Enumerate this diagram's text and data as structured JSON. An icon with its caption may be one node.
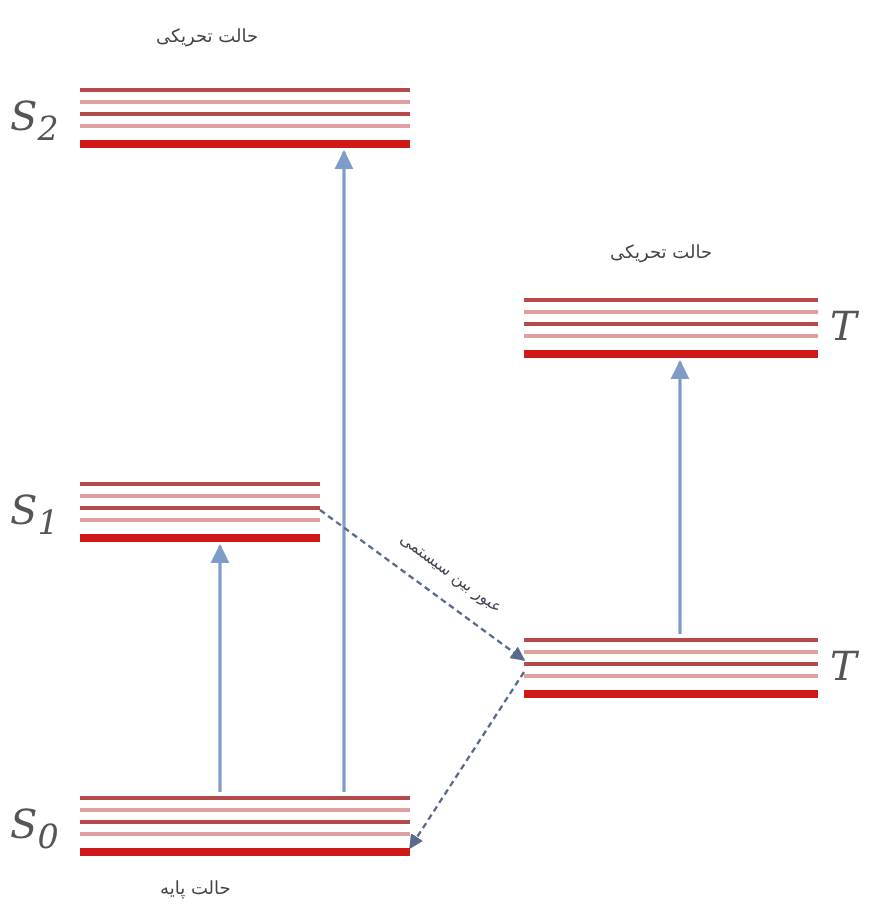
{
  "diagram": {
    "nodes": [
      {
        "text": [
          "S$_{2}$"
        ],
        "beside": [
          "حالت تحریکی"
        ]
      },
      {
        "text": [
          "S$_{1}$"
        ]
      },
      {
        "text": [
          "S$_{0}$"
        ],
        "beside": [
          "حالت پایه"
        ]
      },
      {
        "text": [
          "T"
        ],
        "beside": [
          "حالت تحریکی"
        ]
      },
      {
        "text": [
          "T"
        ]
      }
    ],
    "edges": [
      {
        "from": 2,
        "to": 1,
        "arrow": "to"
      },
      {
        "from": 2,
        "to": 0,
        "arrow": "to"
      },
      {
        "from": 1,
        "to": 4,
        "arrow": "to",
        "style": "dashed",
        "label": "عبور بین سیستمی"
      },
      {
        "from": 4,
        "to": 2,
        "arrow": "to",
        "style": "dashed"
      },
      {
        "from": 4,
        "to": 3,
        "arrow": "to"
      }
    ]
  }
}
